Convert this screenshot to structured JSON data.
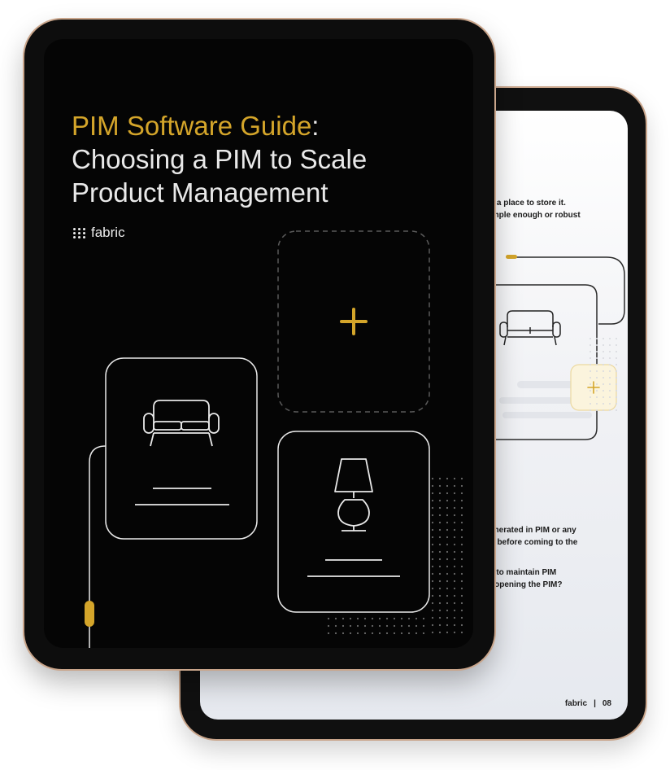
{
  "cover": {
    "title_highlight": "PIM Software Guide",
    "title_colon": ":",
    "title_rest": "Choosing a PIM to Scale Product Management",
    "logo_text": "fabric"
  },
  "back_page": {
    "lines_top": [
      "g a place to store it.",
      "imple enough or robust"
    ],
    "lines_mid": [
      "enerated in PIM or any",
      "S before coming to the"
    ],
    "lines_low": [
      "e to maintain PIM",
      "t opening the PIM?"
    ],
    "footer_logo": "fabric",
    "footer_sep": "|",
    "page_number": "08"
  },
  "icons": [
    "sofa-icon",
    "lamp-icon",
    "plus-icon"
  ],
  "colors": {
    "accent": "#d4a52a",
    "screen_dark": "#050505",
    "bezel_gold": "#c9a58b",
    "line_light": "#e9e9e9"
  }
}
